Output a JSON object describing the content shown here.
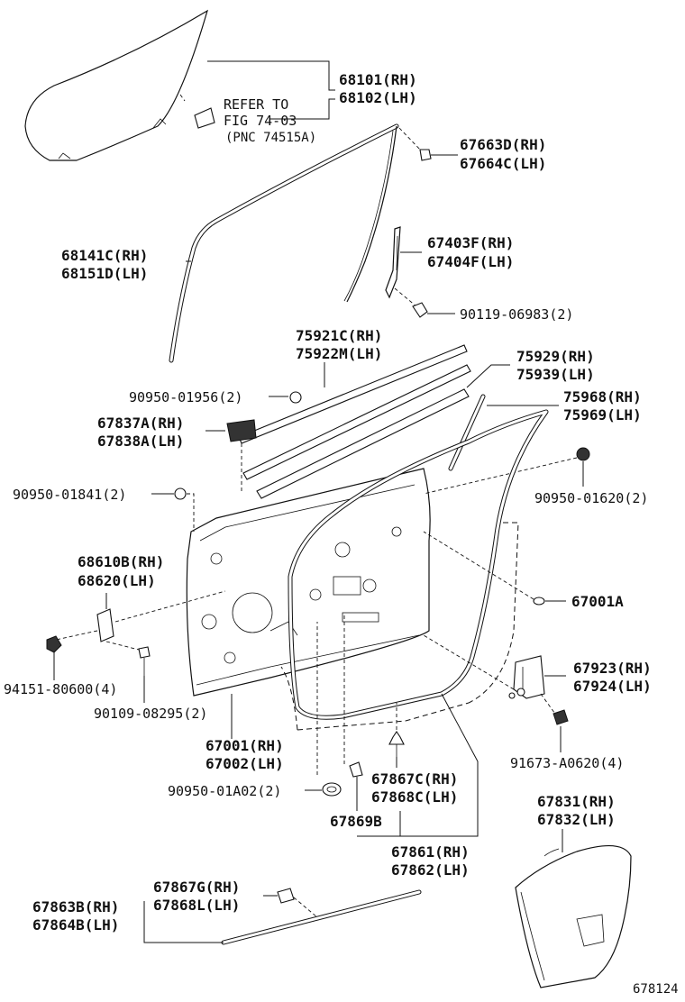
{
  "diagram": {
    "labels": {
      "glass_rh": "68101(RH)",
      "glass_lh": "68102(LH)",
      "refer_1": "REFER TO",
      "refer_2": "FIG 74-03",
      "refer_3": "(PNC 74515A)",
      "clip_67663d": "67663D(RH)",
      "clip_67664c": "67664C(LH)",
      "run_rh": "68141C(RH)",
      "run_lh": "68151D(LH)",
      "rear_run_rh": "67403F(RH)",
      "rear_run_lh": "67404F(LH)",
      "bolt_90119": "90119-06983(2)",
      "belt_outer_rh": "75921C(RH)",
      "belt_outer_lh": "75922M(LH)",
      "belt_inner_rh": "75929(RH)",
      "belt_inner_lh": "75939(LH)",
      "weather_rh": "75968(RH)",
      "weather_lh": "75969(LH)",
      "plug_01956": "90950-01956(2)",
      "bracket_rh": "67837A(RH)",
      "bracket_lh": "67838A(LH)",
      "plug_01841": "90950-01841(2)",
      "plug_01620": "90950-01620(2)",
      "hinge_rh": "68610B(RH)",
      "hinge_lh": "68620(LH)",
      "grommet_67001a": "67001A",
      "cover_rh": "67923(RH)",
      "cover_lh": "67924(LH)",
      "nut_94151": "94151-80600(4)",
      "bolt_90109": "90109-08295(2)",
      "clip_91673": "91673-A0620(4)",
      "panel_rh": "67001(RH)",
      "panel_lh": "67002(LH)",
      "clip_67867c": "67867C(RH)",
      "clip_67868c": "67868C(LH)",
      "plug_01a02": "90950-01A02(2)",
      "clip_67869b": "67869B",
      "seal_rh": "67831(RH)",
      "seal_lh": "67832(LH)",
      "wstrip_rh": "67861(RH)",
      "wstrip_lh": "67862(LH)",
      "clip_67867g": "67867G(RH)",
      "clip_67868l": "67868L(LH)",
      "lower_rh": "67863B(RH)",
      "lower_lh": "67864B(LH)",
      "figure_number": "678124"
    }
  }
}
